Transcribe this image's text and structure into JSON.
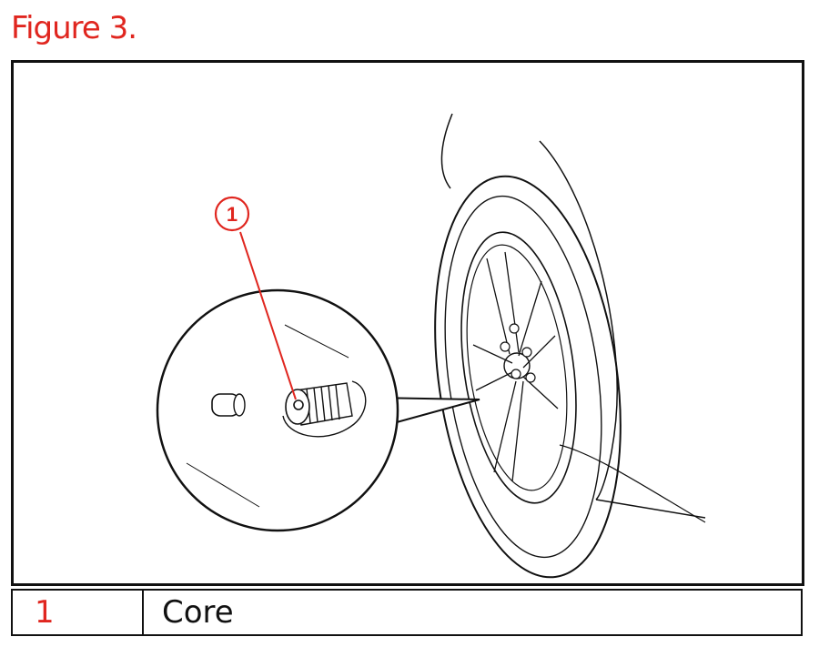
{
  "figure": {
    "title": "Figure 3."
  },
  "callout": {
    "number": "1"
  },
  "legend": [
    {
      "number": "1",
      "label": "Core"
    }
  ],
  "colors": {
    "accent": "#e0261f",
    "line": "#111111"
  }
}
